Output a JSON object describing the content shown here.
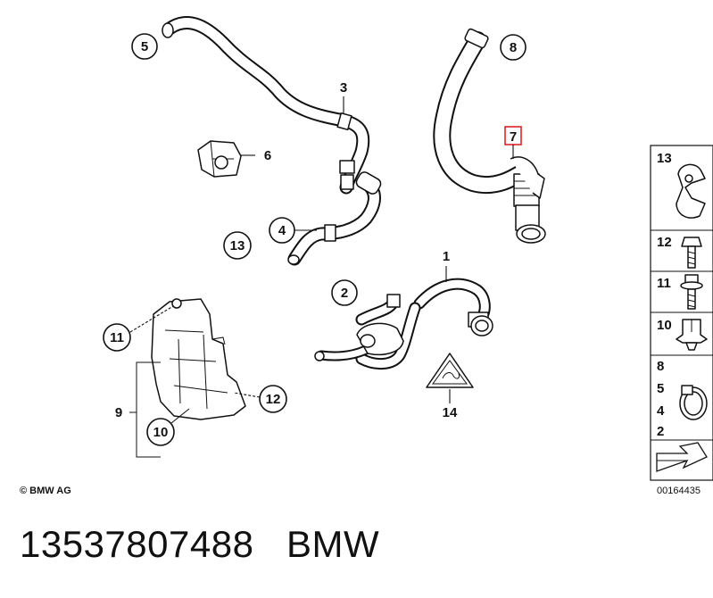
{
  "callouts": {
    "c1": "1",
    "c2": "2",
    "c3": "3",
    "c4": "4",
    "c5": "5",
    "c6": "6",
    "c7": "7",
    "c8": "8",
    "c9": "9",
    "c10": "10",
    "c11": "11",
    "c12": "12",
    "c13": "13",
    "c14": "14"
  },
  "side_panel": {
    "p13": "13",
    "p12": "12",
    "p11": "11",
    "p10": "10",
    "p8": "8",
    "p5": "5",
    "p4": "4",
    "p2": "2"
  },
  "copyright": "© BMW AG",
  "doc_number": "00164435",
  "footer": {
    "part_number": "13537807488",
    "brand": "BMW"
  },
  "colors": {
    "highlight": "#e0252b",
    "line": "#111111"
  }
}
